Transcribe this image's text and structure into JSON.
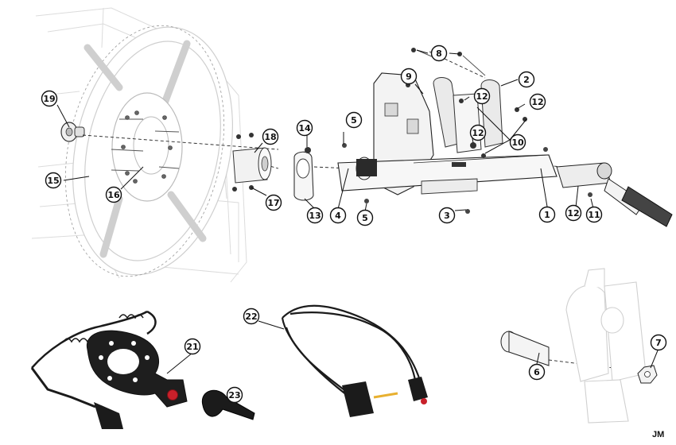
{
  "credit": "JM",
  "colors": {
    "line": "#111111",
    "ghost": "#d4d4d4",
    "part_fill": "#f4f4f4",
    "cable": "#1b1b1b",
    "accent_red": "#c8202a",
    "accent_yellow": "#e8b030"
  },
  "callouts": [
    {
      "label": "1"
    },
    {
      "label": "2"
    },
    {
      "label": "3"
    },
    {
      "label": "4"
    },
    {
      "label": "5"
    },
    {
      "label": "5"
    },
    {
      "label": "6"
    },
    {
      "label": "7"
    },
    {
      "label": "8"
    },
    {
      "label": "9"
    },
    {
      "label": "10"
    },
    {
      "label": "11"
    },
    {
      "label": "12"
    },
    {
      "label": "12"
    },
    {
      "label": "12"
    },
    {
      "label": "12"
    },
    {
      "label": "13"
    },
    {
      "label": "14"
    },
    {
      "label": "15"
    },
    {
      "label": "16"
    },
    {
      "label": "17"
    },
    {
      "label": "18"
    },
    {
      "label": "19"
    },
    {
      "label": "21"
    },
    {
      "label": "22"
    },
    {
      "label": "23"
    }
  ]
}
